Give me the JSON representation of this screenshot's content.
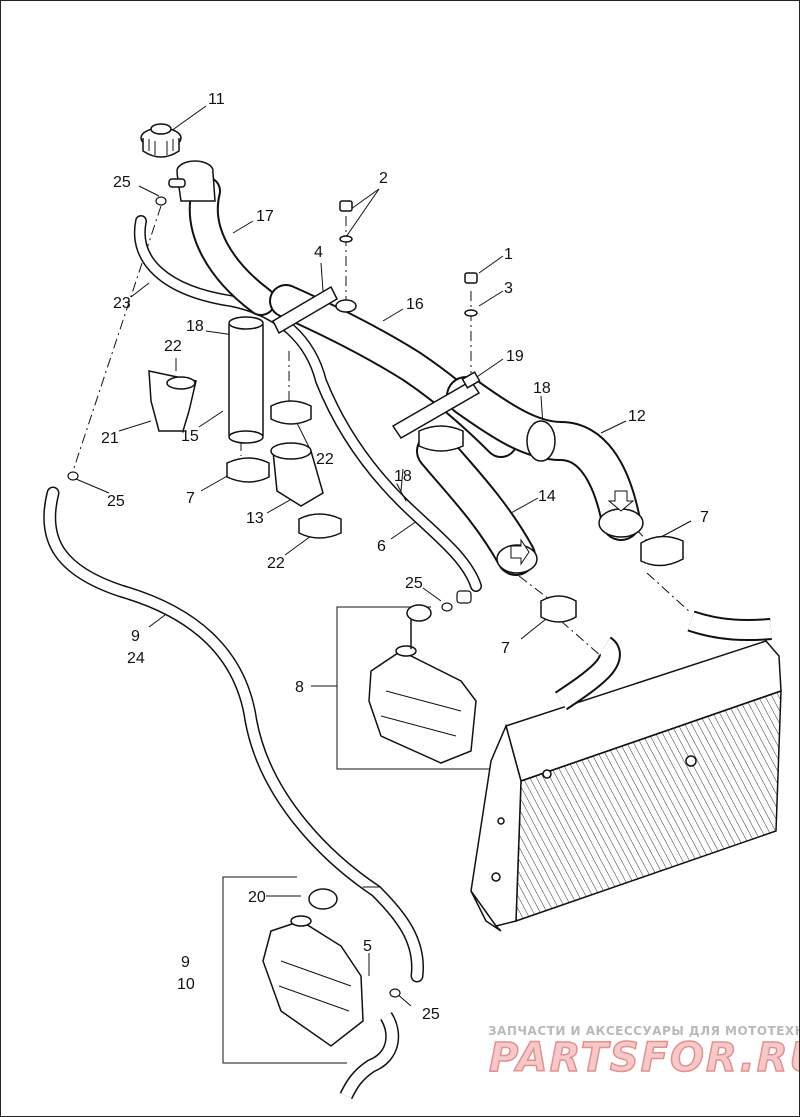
{
  "callouts": {
    "c11": "11",
    "c25a": "25",
    "c17": "17",
    "c2": "2",
    "c4": "4",
    "c1": "1",
    "c3": "3",
    "c16": "16",
    "c23": "23",
    "c22a": "22",
    "c18a": "18",
    "c19": "19",
    "c18b": "18",
    "c12": "12",
    "c21": "21",
    "c15": "15",
    "c22b": "22",
    "c18c": "18",
    "c7a": "7",
    "c13": "13",
    "c25b": "25",
    "c14": "14",
    "c7b": "7",
    "c6": "6",
    "c22c": "22",
    "c25c": "25",
    "c8": "8",
    "c9a": "9",
    "c24": "24",
    "c7c": "7",
    "c20": "20",
    "c5": "5",
    "c9b": "9",
    "c10": "10",
    "c25d": "25"
  },
  "watermark": {
    "tagline": "ЗАПЧАСТИ И АКСЕССУАРЫ ДЛЯ МОТОТЕХНИКИ",
    "logo": "PARTSFOR.RU"
  }
}
